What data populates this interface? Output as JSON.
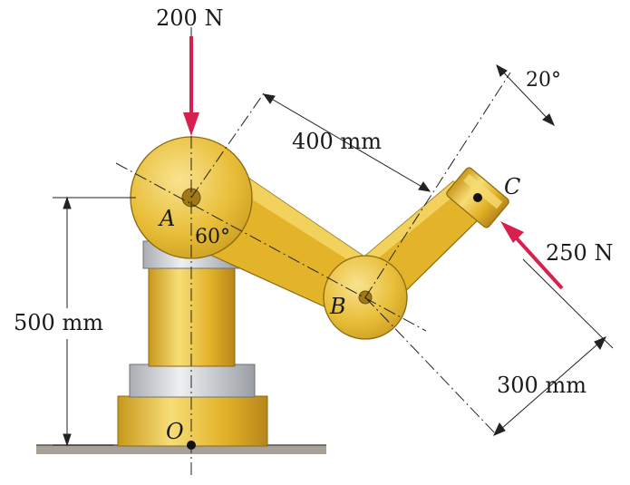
{
  "labels": {
    "force_top": "200 N",
    "force_right": "250 N",
    "dim_400": "400 mm",
    "dim_500": "500 mm",
    "dim_300": "300 mm",
    "angle_20": "20°",
    "angle_60": "60°",
    "point_a": "A",
    "point_b": "B",
    "point_c": "C",
    "point_o": "O"
  },
  "colors": {
    "link_yellow": "#e6b92a",
    "link_light": "#f6dc73",
    "link_dark": "#b8891a",
    "steel": "#c9ccd0",
    "force_red": "#d8204e",
    "ground": "#a7a19a"
  }
}
